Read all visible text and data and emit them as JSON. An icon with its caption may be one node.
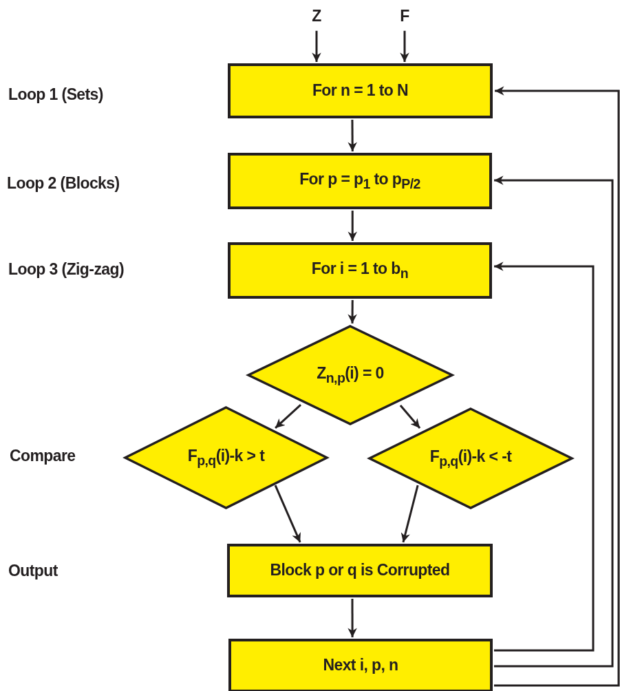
{
  "diagram": {
    "nodes": [
      {
        "text": [
          "Z"
        ]
      },
      {
        "text": [
          "F"
        ]
      },
      {
        "text": [
          "For n = 1 to N"
        ]
      },
      {
        "text": [
          "For p = p$_{1}$ to p$_{P/2}$"
        ]
      },
      {
        "text": [
          "For i = 1 to b$_{n}$"
        ]
      },
      {
        "text": [
          "Z$_{n,p}$(i) = 0"
        ]
      },
      {
        "text": [
          "F$_{p,q}$(i)-k > t"
        ]
      },
      {
        "text": [
          "F$_{p,q}$(i)-k < -t"
        ]
      },
      {
        "text": [
          "Block p or q is Corrupted"
        ]
      },
      {
        "text": [
          "Next i, p, n"
        ]
      }
    ],
    "edges": [
      {
        "from": 0,
        "to": 2,
        "arrow": "to"
      },
      {
        "from": 1,
        "to": 2,
        "arrow": "to"
      },
      {
        "from": 2,
        "to": 3,
        "arrow": "to"
      },
      {
        "from": 3,
        "to": 4,
        "arrow": "to"
      },
      {
        "from": 4,
        "to": 5,
        "arrow": "to"
      },
      {
        "from": 5,
        "to": 6,
        "arrow": "to"
      },
      {
        "from": 5,
        "to": 7,
        "arrow": "to"
      },
      {
        "from": 6,
        "to": 8,
        "arrow": "to"
      },
      {
        "from": 7,
        "to": 8,
        "arrow": "to"
      },
      {
        "from": 8,
        "to": 9,
        "arrow": "to"
      },
      {
        "from": 9,
        "to": 4,
        "arrow": "to"
      },
      {
        "from": 9,
        "to": 3,
        "arrow": "to"
      },
      {
        "from": 9,
        "to": 2,
        "arrow": "to"
      }
    ],
    "labels": [
      "Loop 1 (Sets)",
      "Loop 2 (Blocks)",
      "Loop 3 (Zig-zag)",
      "Compare",
      "Output"
    ]
  }
}
